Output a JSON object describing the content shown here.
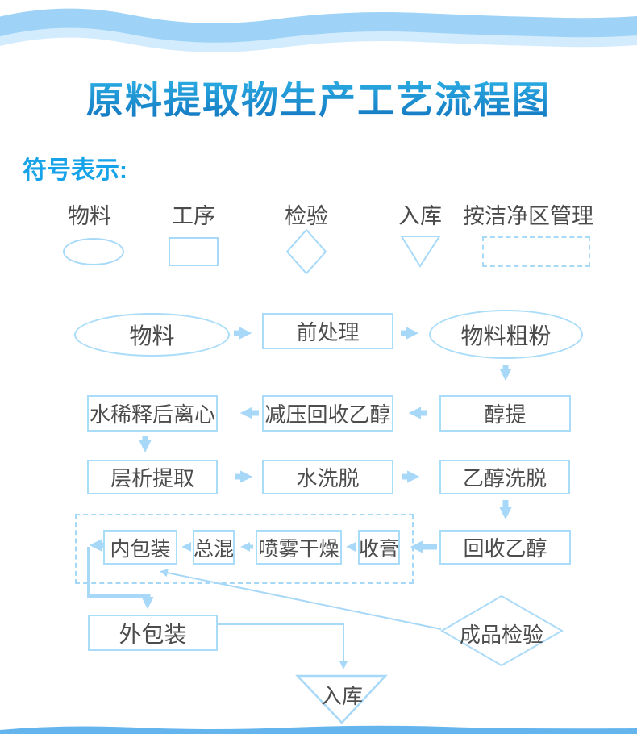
{
  "title": "原料提取物生产工艺流程图",
  "legend": {
    "heading": "符号表示:",
    "items": [
      {
        "label": "物料",
        "shape": "ellipse"
      },
      {
        "label": "工序",
        "shape": "rect"
      },
      {
        "label": "检验",
        "shape": "diamond"
      },
      {
        "label": "入库",
        "shape": "triangle-down"
      },
      {
        "label": "按洁净区管理",
        "shape": "dashed-rect"
      }
    ]
  },
  "flow": {
    "nodes": {
      "material": "物料",
      "pretreatment": "前处理",
      "coarse_powder": "物料粗粉",
      "alcohol_extraction": "醇提",
      "vacuum_recover_ethanol": "减压回收乙醇",
      "water_dilute_centrifuge": "水稀释后离心",
      "chromatography_extraction": "层析提取",
      "water_elution": "水洗脱",
      "ethanol_elution": "乙醇洗脱",
      "recover_ethanol": "回收乙醇",
      "collect_paste": "收膏",
      "spray_drying": "喷雾干燥",
      "total_mixing": "总混",
      "inner_packaging": "内包装",
      "outer_packaging": "外包装",
      "finished_inspection": "成品检验",
      "warehousing": "入库"
    },
    "edges": [
      "物料→前处理",
      "前处理→物料粗粉",
      "物料粗粉→醇提",
      "醇提→减压回收乙醇",
      "减压回收乙醇→水稀释后离心",
      "水稀释后离心→层析提取",
      "层析提取→水洗脱",
      "水洗脱→乙醇洗脱",
      "乙醇洗脱→回收乙醇",
      "回收乙醇→收膏",
      "收膏→喷雾干燥",
      "喷雾干燥→总混",
      "总混→内包装",
      "内包装→外包装",
      "外包装→入库",
      "成品检验→内包装"
    ]
  },
  "colors": {
    "accent_text": "#16a3e9",
    "title_gradient_top": "#30b7ea",
    "title_gradient_bottom": "#1172bd",
    "node_border": "#a9dcf8",
    "node_text": "#4c4c4c",
    "arrow": "#a8d8f8",
    "wave_main": "#9ed3f7",
    "wave_light": "#d3ecfd",
    "bottom_band": "#64b4ee"
  }
}
